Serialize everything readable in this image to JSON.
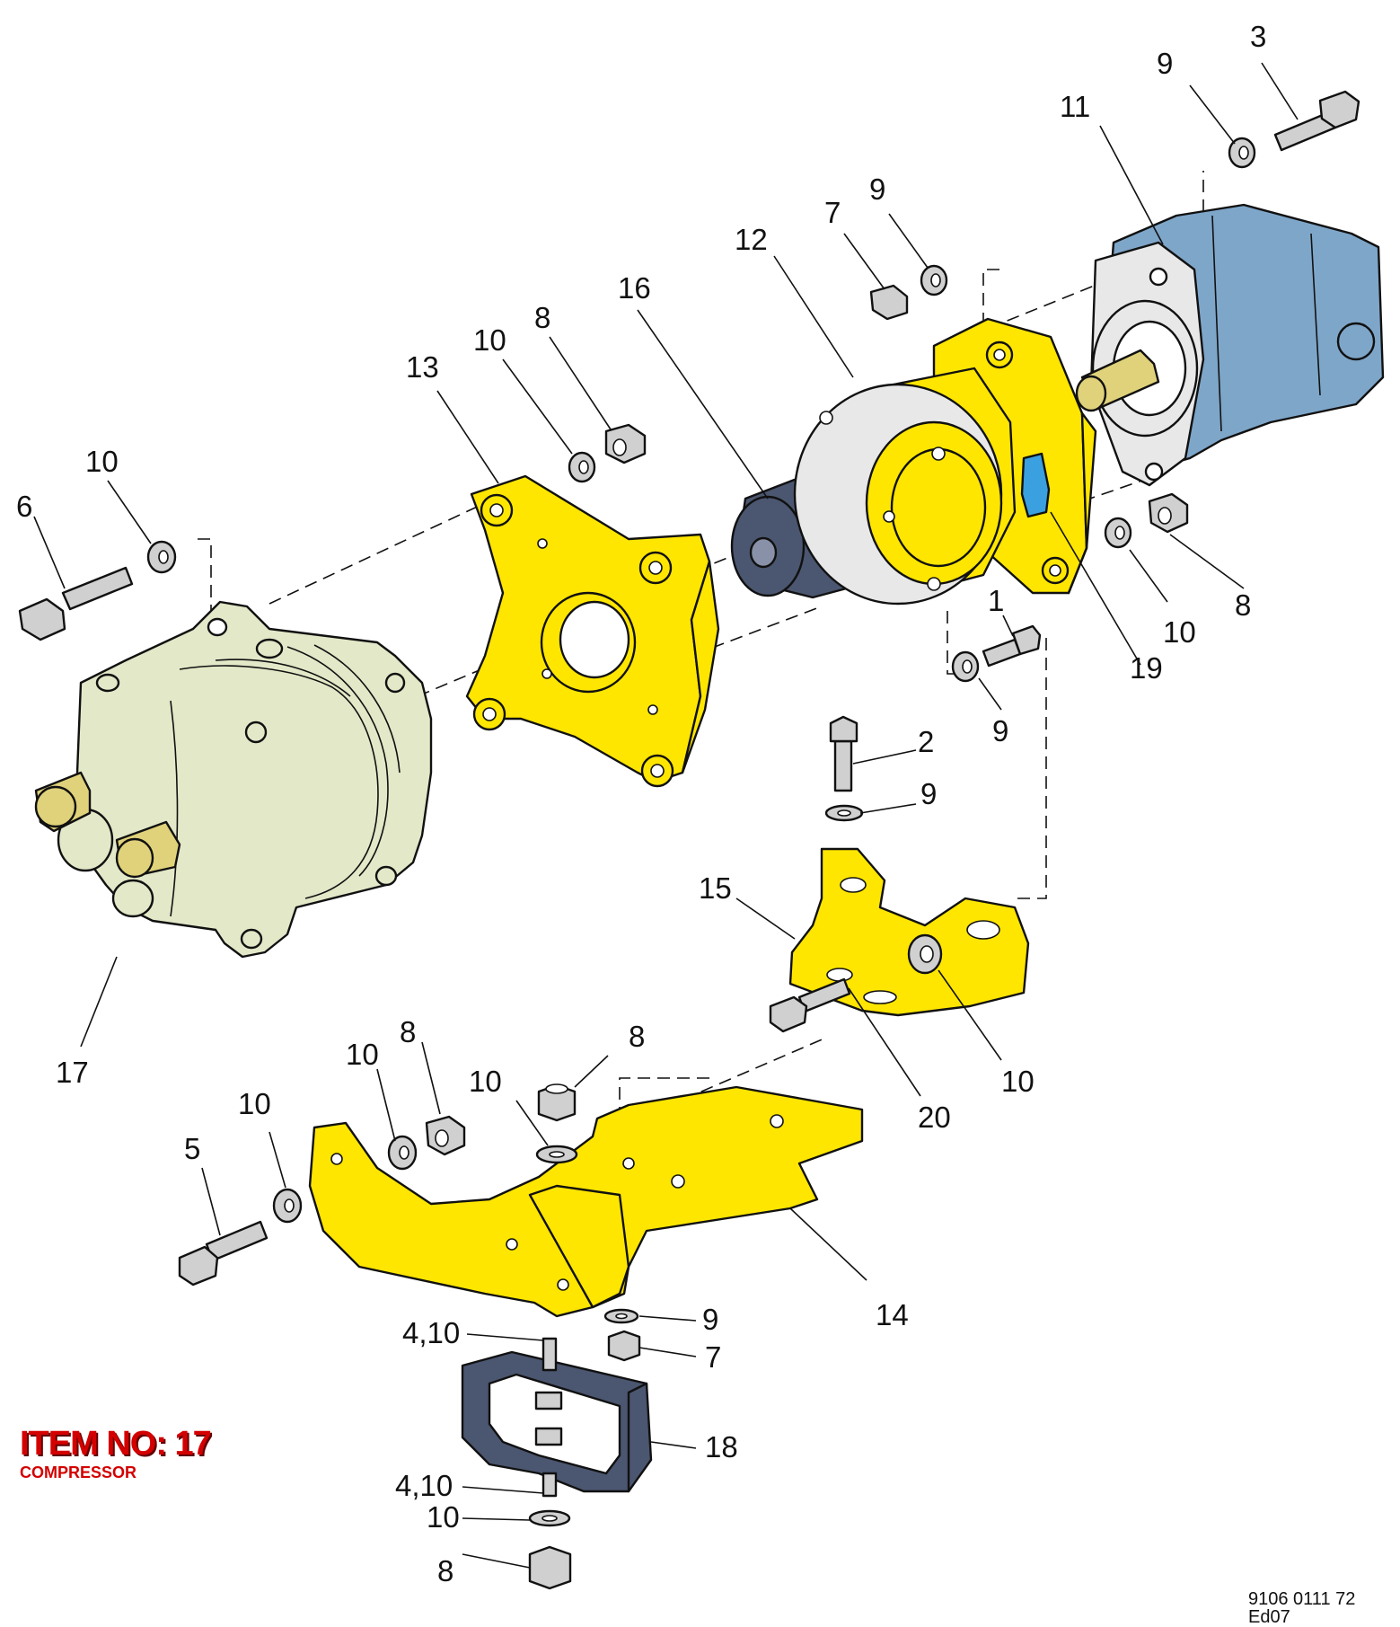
{
  "title_block": {
    "item_heading": "ITEM NO: 17",
    "item_name": "COMPRESSOR"
  },
  "drawing_reference": "9106 0111 72 Ed07",
  "colors": {
    "bracket_yellow": "#ffe600",
    "compressor_green": "#e3e8c8",
    "motor_blue": "#7ea6c9",
    "coupling_navy": "#4b5670",
    "sensor_blue": "#3aa0e0",
    "fitting_tan": "#e0d27a",
    "hardware_grey": "#d0d0d0",
    "title_red": "#d40000"
  },
  "callouts": [
    {
      "id": "c1",
      "text": "1"
    },
    {
      "id": "c2",
      "text": "2"
    },
    {
      "id": "c3",
      "text": "3"
    },
    {
      "id": "c4a",
      "text": "4,10"
    },
    {
      "id": "c4b",
      "text": "4,10"
    },
    {
      "id": "c5",
      "text": "5"
    },
    {
      "id": "c6",
      "text": "6"
    },
    {
      "id": "c7a",
      "text": "7"
    },
    {
      "id": "c7b",
      "text": "7"
    },
    {
      "id": "c8a",
      "text": "8"
    },
    {
      "id": "c8b",
      "text": "8"
    },
    {
      "id": "c8c",
      "text": "8"
    },
    {
      "id": "c8d",
      "text": "8"
    },
    {
      "id": "c8e",
      "text": "8"
    },
    {
      "id": "c9a",
      "text": "9"
    },
    {
      "id": "c9b",
      "text": "9"
    },
    {
      "id": "c9c",
      "text": "9"
    },
    {
      "id": "c9d",
      "text": "9"
    },
    {
      "id": "c9e",
      "text": "9"
    },
    {
      "id": "c10a",
      "text": "10"
    },
    {
      "id": "c10b",
      "text": "10"
    },
    {
      "id": "c10c",
      "text": "10"
    },
    {
      "id": "c10d",
      "text": "10"
    },
    {
      "id": "c10e",
      "text": "10"
    },
    {
      "id": "c10f",
      "text": "10"
    },
    {
      "id": "c10g",
      "text": "10"
    },
    {
      "id": "c10h",
      "text": "10"
    },
    {
      "id": "c11",
      "text": "11"
    },
    {
      "id": "c12",
      "text": "12"
    },
    {
      "id": "c13",
      "text": "13"
    },
    {
      "id": "c14",
      "text": "14"
    },
    {
      "id": "c15",
      "text": "15"
    },
    {
      "id": "c16",
      "text": "16"
    },
    {
      "id": "c17",
      "text": "17"
    },
    {
      "id": "c18",
      "text": "18"
    },
    {
      "id": "c19",
      "text": "19"
    },
    {
      "id": "c20",
      "text": "20"
    }
  ]
}
